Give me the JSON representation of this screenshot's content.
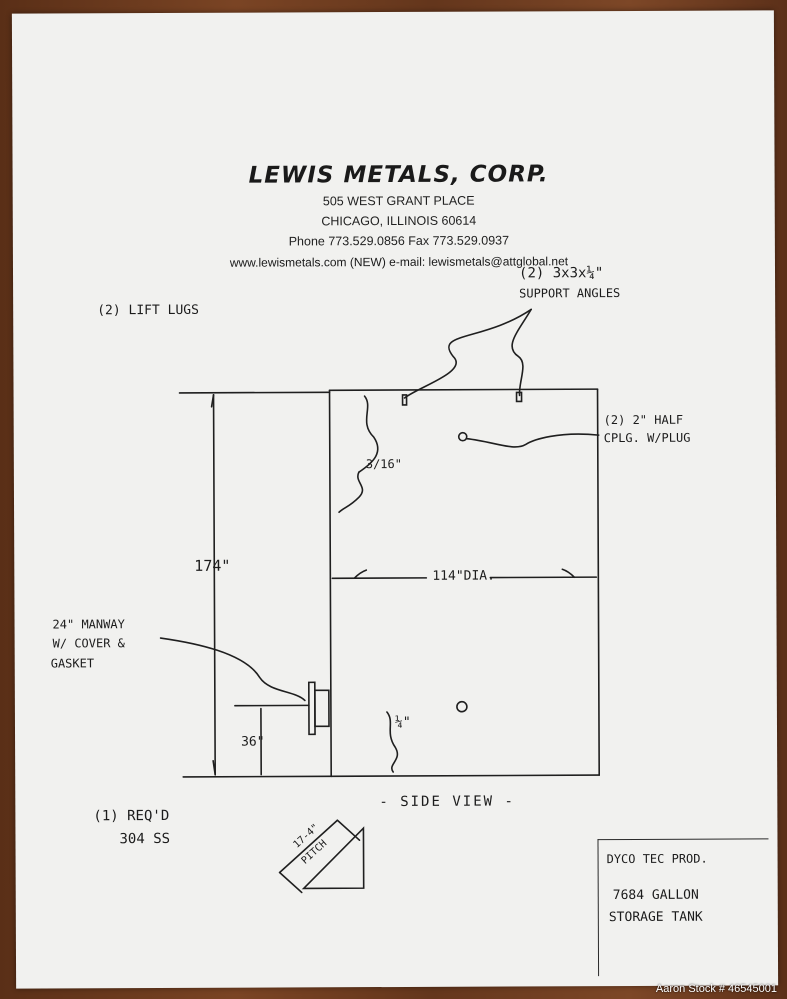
{
  "header": {
    "company": "LEWIS METALS, CORP.",
    "address_line1": "505 WEST GRANT PLACE",
    "address_line2": "CHICAGO, ILLINOIS 60614",
    "phone_fax": "Phone 773.529.0856     Fax 773.529.0937",
    "web_email": "www.lewismetals.com      (NEW) e-mail: lewismetals@attglobal.net"
  },
  "annotations": {
    "support_angles_line1": "(2) 3x3x¼\"",
    "support_angles_line2": "SUPPORT ANGLES",
    "lift_lugs": "(2) LIFT LUGS",
    "half_coupling_line1": "(2) 2\" HALF",
    "half_coupling_line2": "CPLG. W/PLUG",
    "wall_thickness": "3/16\"",
    "height": "174\"",
    "diameter": "114\"DIA.",
    "manway_line1": "24\" MANWAY",
    "manway_line2": "W/ COVER &",
    "manway_line3": "GASKET",
    "manway_height": "36\"",
    "bottom_thickness": "¼\"",
    "view_label": "- SIDE VIEW -",
    "qty_line1": "(1) REQ'D",
    "qty_line2": "304 SS",
    "pitch_line1": "17-4\"",
    "pitch_line2": "PITCH"
  },
  "title_block": {
    "line1": "DYCO TEC PROD.",
    "line2": "7684 GALLON",
    "line3": "STORAGE TANK"
  },
  "watermark": "Aaron Stock # 46545001"
}
